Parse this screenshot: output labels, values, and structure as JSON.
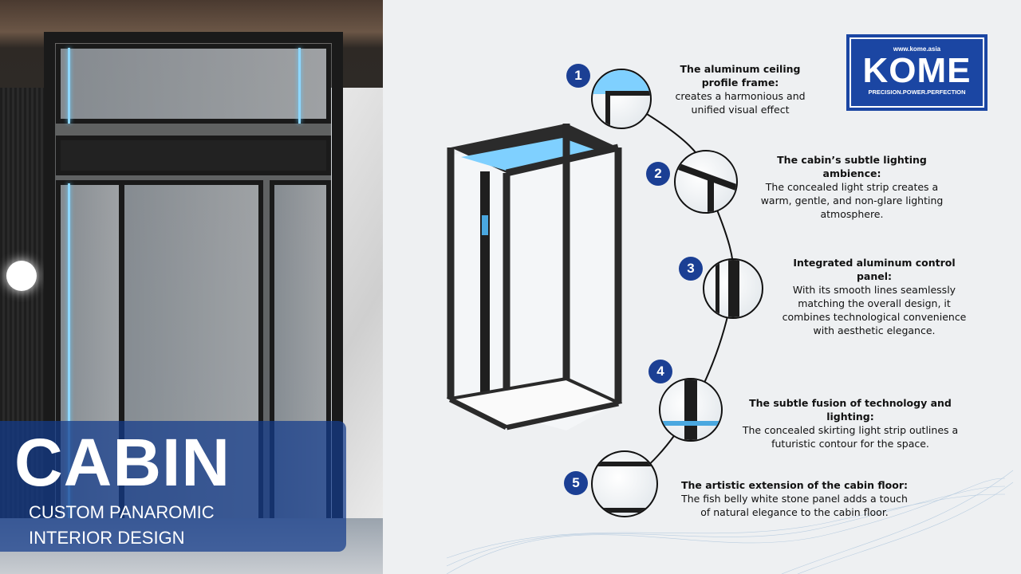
{
  "title": "CABIN",
  "subtitle": [
    "CUSTOM PANAROMIC",
    "INTERIOR DESIGN"
  ],
  "logo": {
    "url": "www.kome.asia",
    "name": "KOME",
    "tagline": "PRECISION.POWER.PERFECTION"
  },
  "colors": {
    "brand": "#1b46a3",
    "badge": "#1b3f94"
  },
  "features": [
    {
      "num": "1",
      "title": "The aluminum ceiling profile frame:",
      "text": "creates a harmonious and unified visual effect"
    },
    {
      "num": "2",
      "title": "The cabin’s subtle lighting ambience:",
      "text": "The concealed light strip creates a warm, gentle, and non-glare lighting atmosphere."
    },
    {
      "num": "3",
      "title": "Integrated aluminum control panel:",
      "text": "With its smooth lines seamlessly matching the overall design, it combines technological convenience with aesthetic elegance."
    },
    {
      "num": "4",
      "title": "The subtle fusion of technology and lighting:",
      "text": "The concealed skirting light strip outlines a futuristic contour for the space."
    },
    {
      "num": "5",
      "title": "The artistic extension of the cabin floor:",
      "text": "The fish belly white stone panel adds a touch of natural elegance to the cabin floor."
    }
  ]
}
